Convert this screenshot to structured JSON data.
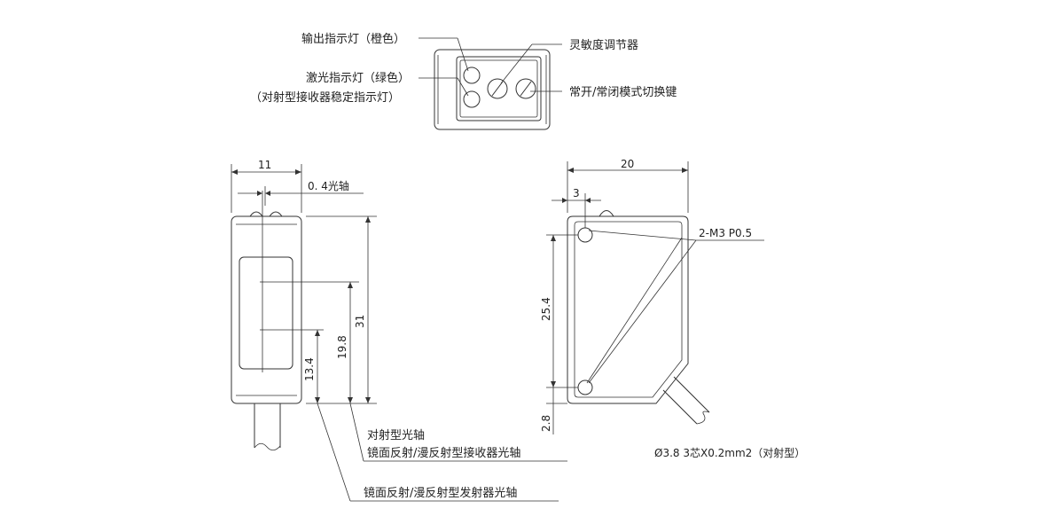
{
  "top_view": {
    "label_output_led": "输出指示灯（橙色）",
    "label_laser_led_1": "激光指示灯（绿色）",
    "label_laser_led_2": "（对射型接收器稳定指示灯）",
    "label_sensitivity": "灵敏度调节器",
    "label_mode_switch": "常开/常闭模式切换键"
  },
  "front_view": {
    "dim_width": "11",
    "dim_axis_offset": "0. 4光轴",
    "dim_height": "31",
    "dim_19_8": "19.8",
    "dim_13_4": "13.4",
    "label_thru_beam_axis": "对射型光轴",
    "label_receiver_axis": "镜面反射/漫反射型接收器光轴",
    "label_emitter_axis": "镜面反射/漫反射型发射器光轴"
  },
  "side_view": {
    "dim_width": "20",
    "dim_hole_offset": "3",
    "dim_hole_spacing": "25.4",
    "dim_bottom": "2.8",
    "label_holes": "2-M3 P0.5",
    "label_cable": "Ø3.8  3芯X0.2mm2（对射型）"
  }
}
